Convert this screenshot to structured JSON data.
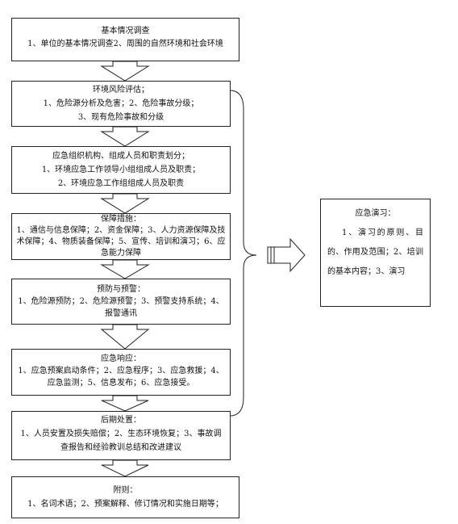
{
  "steps": [
    {
      "title": "基本情况调查",
      "lines": [
        "1、单位的基本情况调查2、周围的自然环境和社会环境"
      ]
    },
    {
      "title": "环境风险评估；",
      "lines": [
        "1、危险源分析及危害；2、危险事故分级；",
        "3、现有危险事故和分级"
      ]
    },
    {
      "title": "应急组织机构、组成人员和职责划分；",
      "lines": [
        "1、环境应急工作领导小组组成人员及职责；",
        "2、环境应急工作组组成人员及职责"
      ]
    },
    {
      "title": "保障措施：",
      "lines": [
        "1、通信与信息保障；2、资金保障；3、人力资源保障及技术保障；4、物质装备保障；5、宣传、培训和演习；6、应急能力保障"
      ]
    },
    {
      "title": "预防与预警：",
      "lines": [
        "1、危险源预防；2、危险源预警；3、预警支持系统；4、报警通讯"
      ]
    },
    {
      "title": "应急响应：",
      "lines": [
        "1、应急预案启动条件；2、应急程序；3、应急救援；4、应急监测；5、信息发布；6、应急接受。"
      ]
    },
    {
      "title": "后期处置：",
      "lines": [
        "1、人员安置及损失赔偿；2、生态环境恢复；3、事故调查报告和经验教训总结和改进建议"
      ]
    },
    {
      "title": "附则：",
      "lines": [
        "1、名词术语；2、预案解释、修订情况和实施日期等；"
      ]
    }
  ],
  "side_box": {
    "title": "应急演习：",
    "body": "1、演习的原则、目的、作用及范围；2、培训的基本内容；3、演习"
  }
}
